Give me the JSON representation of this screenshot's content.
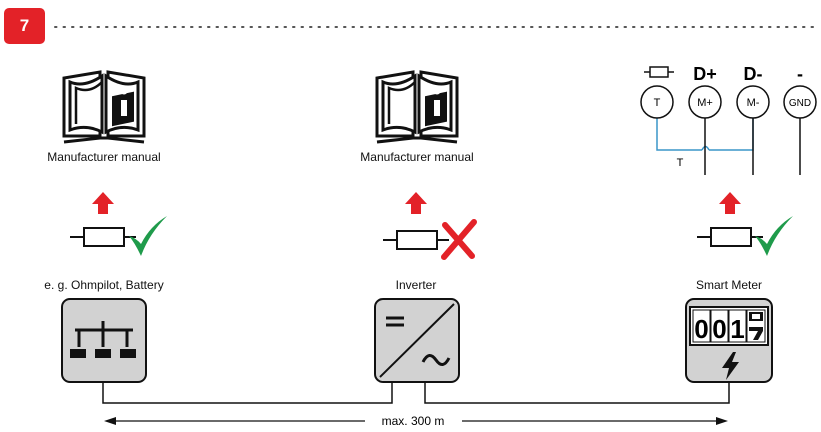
{
  "step": {
    "number": "7"
  },
  "manuals": {
    "left_label": "Manufacturer manual",
    "middle_label": "Manufacturer manual"
  },
  "devices": {
    "left_label": "e. g. Ohmpilot, Battery",
    "middle_label": "Inverter",
    "right_label": "Smart Meter",
    "meter_digits": [
      "0",
      "0",
      "1"
    ]
  },
  "terminals": {
    "headers": [
      "D+",
      "D-",
      "-"
    ],
    "circles": [
      "T",
      "M+",
      "M-",
      "GND"
    ],
    "wire_label": "T"
  },
  "distance": {
    "label": "max. 300 m"
  },
  "colors": {
    "badge": "#e32228",
    "arrow_up": "#e32228",
    "check": "#1f9b4b",
    "cross": "#e32228",
    "wire_blue": "#3a95c9",
    "device_fill": "#d2d2d2"
  },
  "icons": {
    "manual": "book-info-icon",
    "termination_ok": "check-icon",
    "termination_no": "cross-icon",
    "inverter": "dc-ac-icon",
    "bus": "bus-splitter-icon",
    "lightning": "lightning-icon"
  }
}
